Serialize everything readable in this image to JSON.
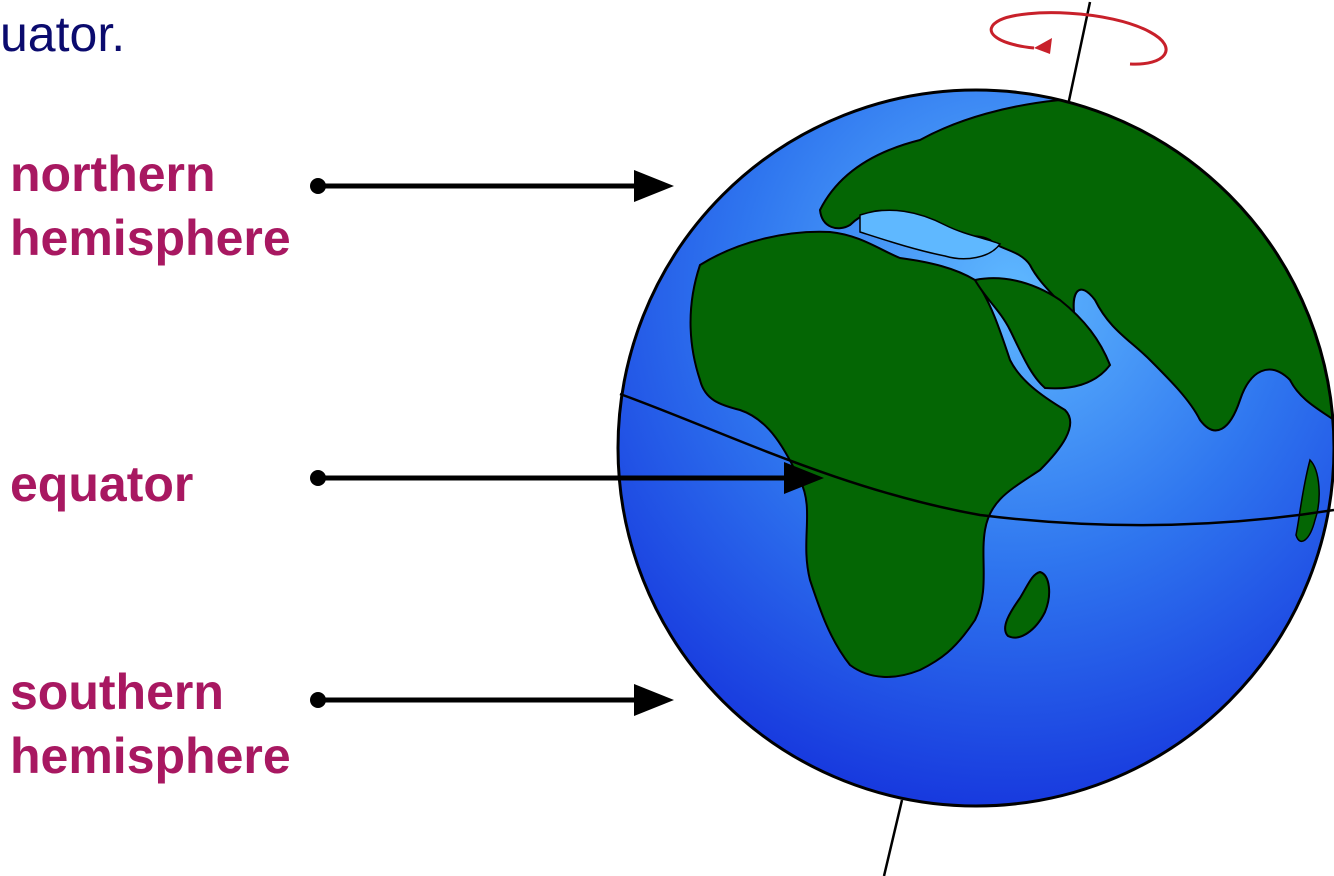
{
  "heading": {
    "text": "uator."
  },
  "labels": {
    "northern": {
      "line1": "northern",
      "line2": "hemisphere"
    },
    "equator": {
      "line1": "equator"
    },
    "southern": {
      "line1": "southern",
      "line2": "hemisphere"
    }
  },
  "colors": {
    "heading_text": "#0b0b6e",
    "label_text": "#a81861",
    "arrow": "#000000",
    "ocean_light": "#5fb8ff",
    "ocean_dark": "#0f23d8",
    "land": "#046604",
    "rotation_arrow": "#c8202a"
  }
}
